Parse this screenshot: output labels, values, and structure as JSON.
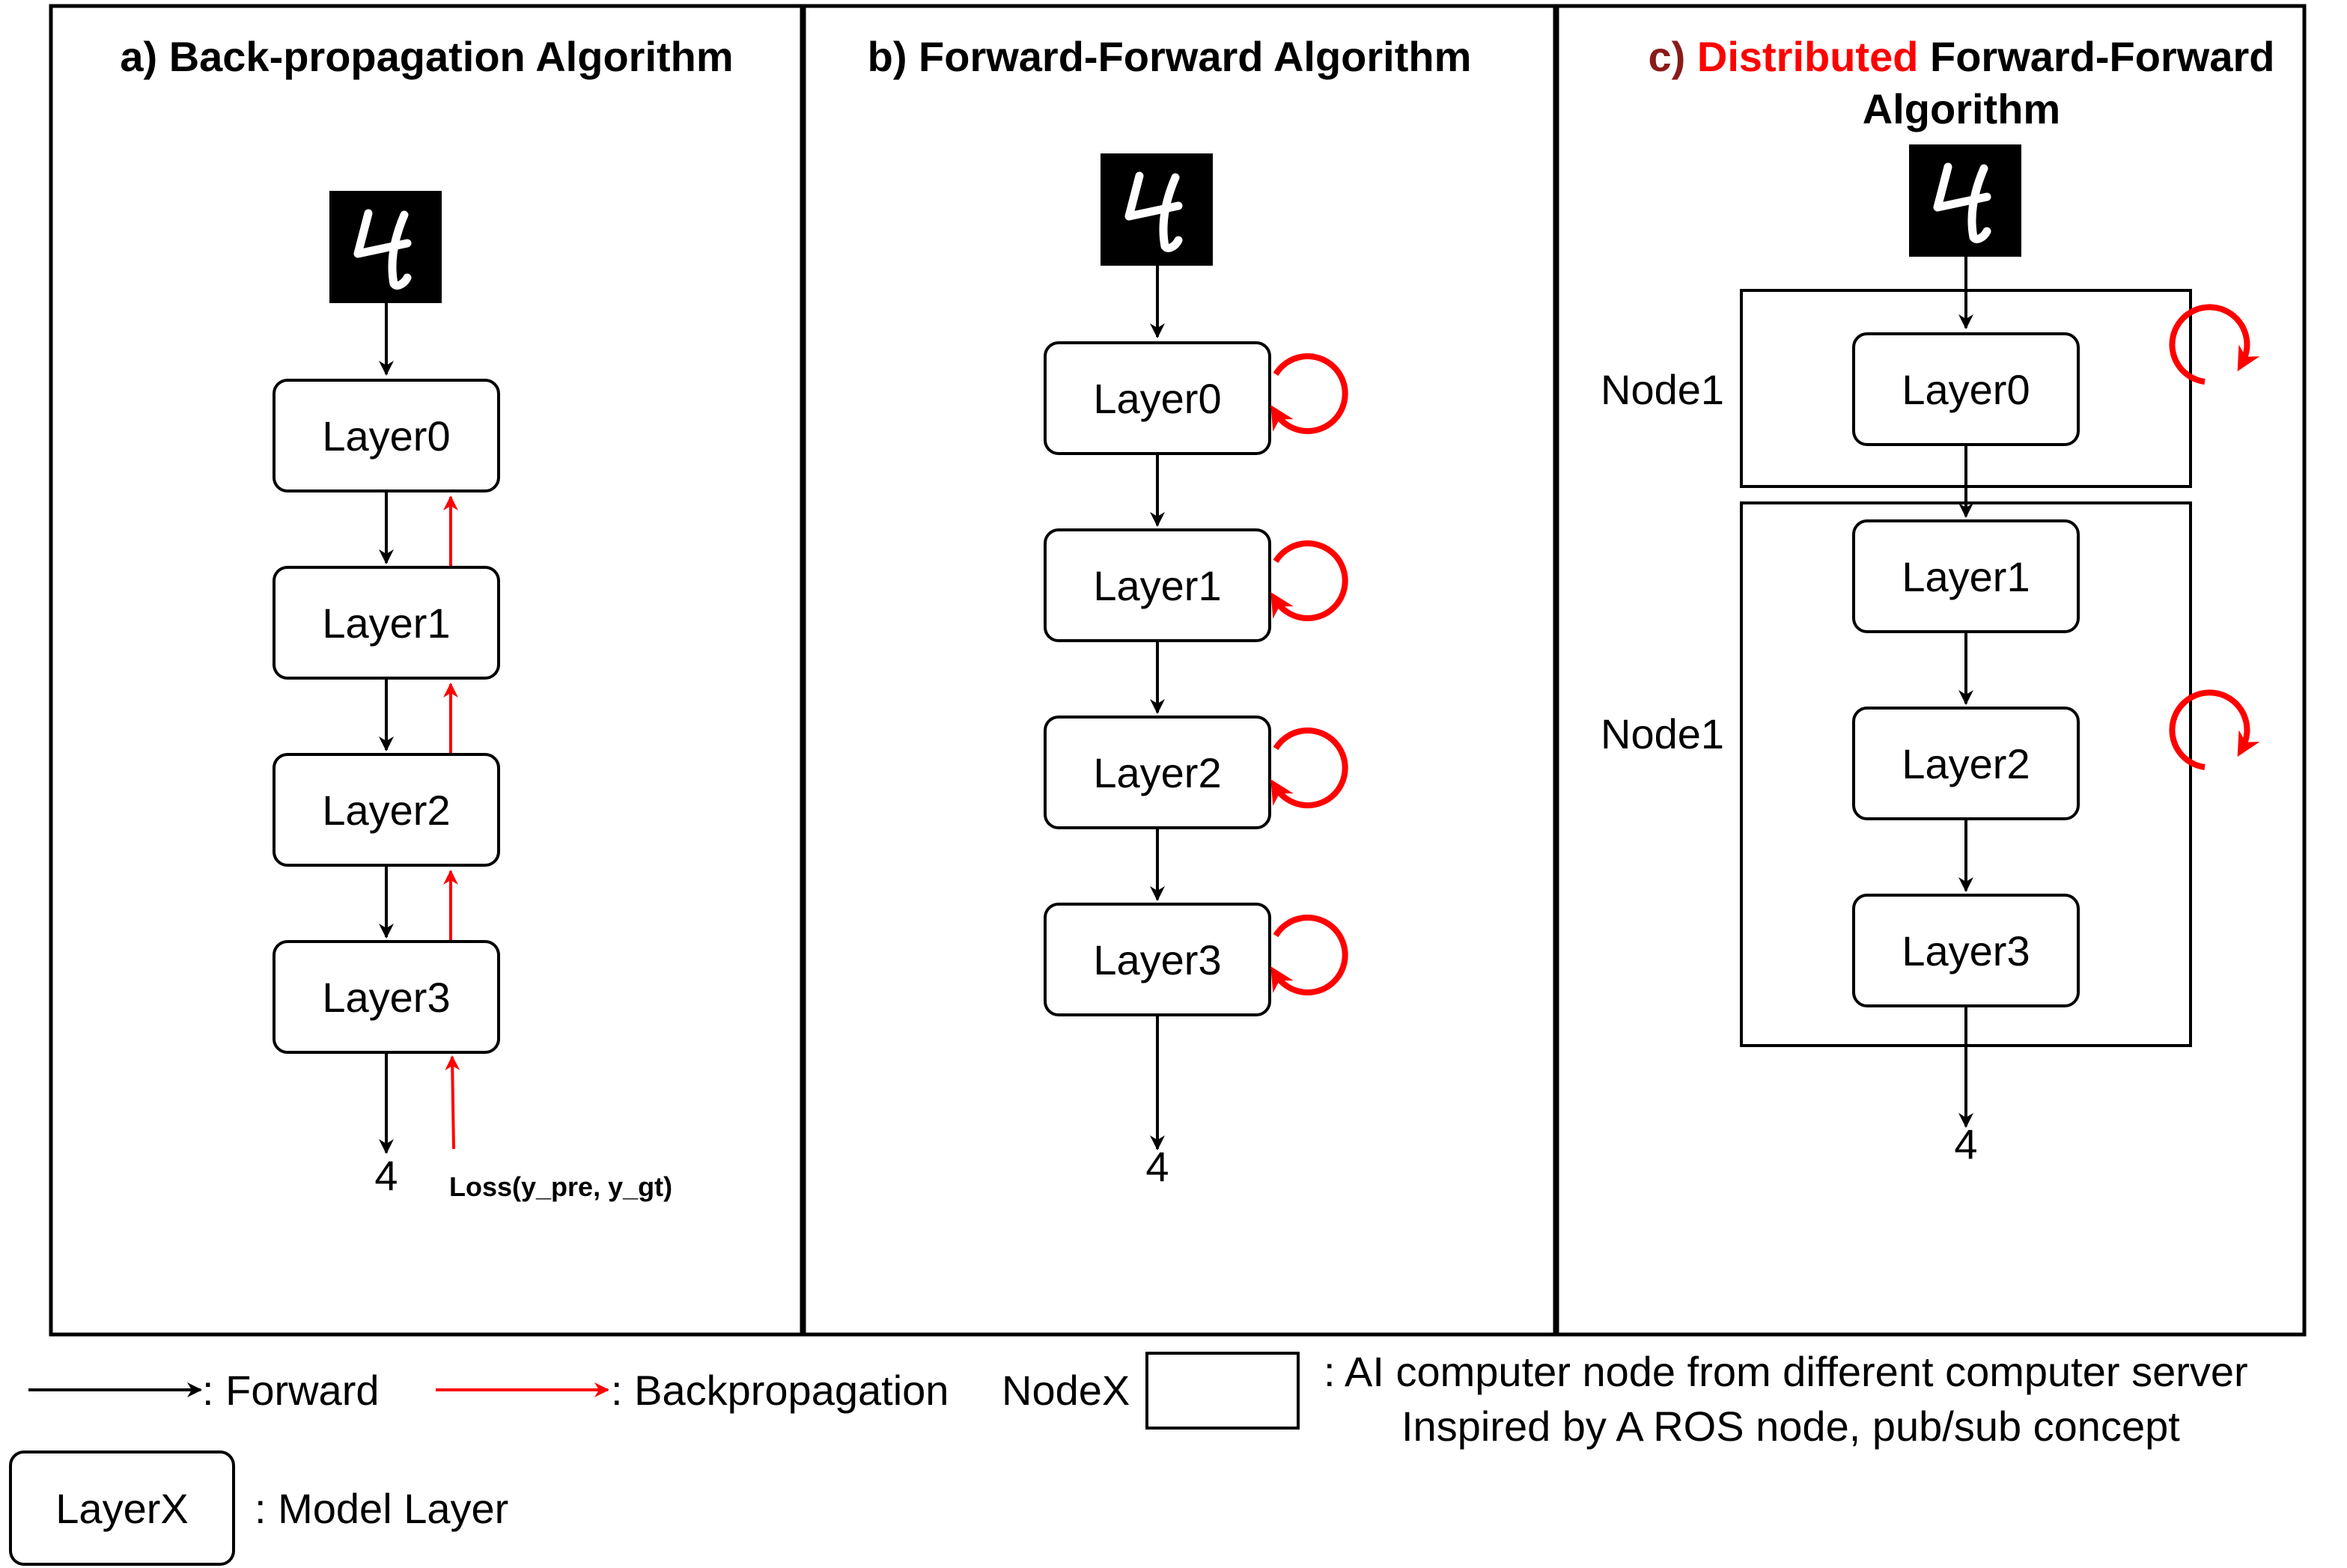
{
  "panels": {
    "a": {
      "title": "a) Back-propagation Algorithm",
      "layers": [
        "Layer0",
        "Layer1",
        "Layer2",
        "Layer3"
      ],
      "output": "4",
      "loss": "Loss(y_pre, y_gt)"
    },
    "b": {
      "title": "b) Forward-Forward Algorithm",
      "layers": [
        "Layer0",
        "Layer1",
        "Layer2",
        "Layer3"
      ],
      "output": "4"
    },
    "c": {
      "title_prefix": "c) ",
      "title_highlight": "Distributed",
      "title_rest": " Forward-Forward",
      "title_line2": "Algorithm",
      "layers": [
        "Layer0",
        "Layer1",
        "Layer2",
        "Layer3"
      ],
      "nodes": [
        "Node1",
        "Node1"
      ],
      "output": "4"
    }
  },
  "legend": {
    "forward": ": Forward",
    "backprop": ": Backpropagation",
    "nodex": "NodeX",
    "node_desc_line1": ": AI computer node from different computer server",
    "node_desc_line2": "Inspired by A ROS node, pub/sub concept",
    "layerx": "LayerX",
    "model_layer": ": Model Layer"
  },
  "colors": {
    "forward": "#000000",
    "backprop": "#ff0000",
    "highlight": "#ff0000",
    "highlight_prefix": "#8b1a1a"
  },
  "icons": {
    "input_digit": "digit-4-image"
  }
}
